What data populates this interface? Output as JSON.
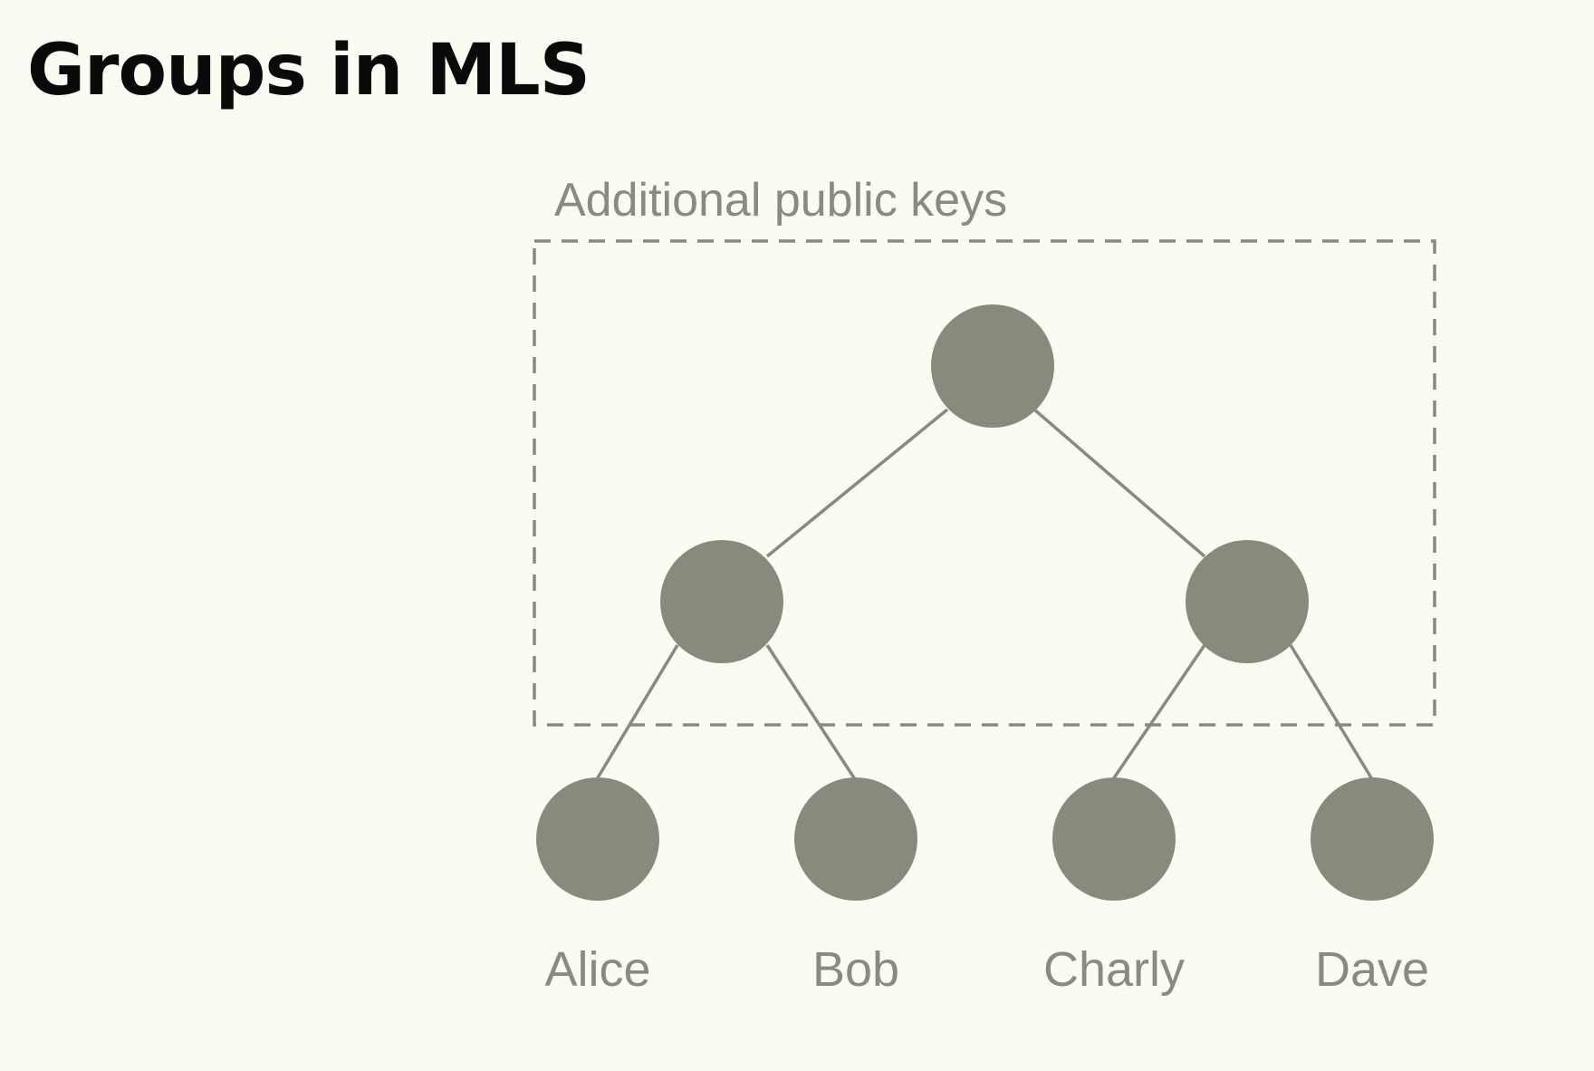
{
  "slide": {
    "title": "Groups in MLS"
  },
  "diagram": {
    "group_label": "Additional public keys",
    "leaves": [
      {
        "label": "Alice"
      },
      {
        "label": "Bob"
      },
      {
        "label": "Charly"
      },
      {
        "label": "Dave"
      }
    ]
  },
  "colors": {
    "background": "#fcfbf1",
    "node": "#8a897e",
    "label": "#8a8a80",
    "title": "#0a0a0a"
  }
}
